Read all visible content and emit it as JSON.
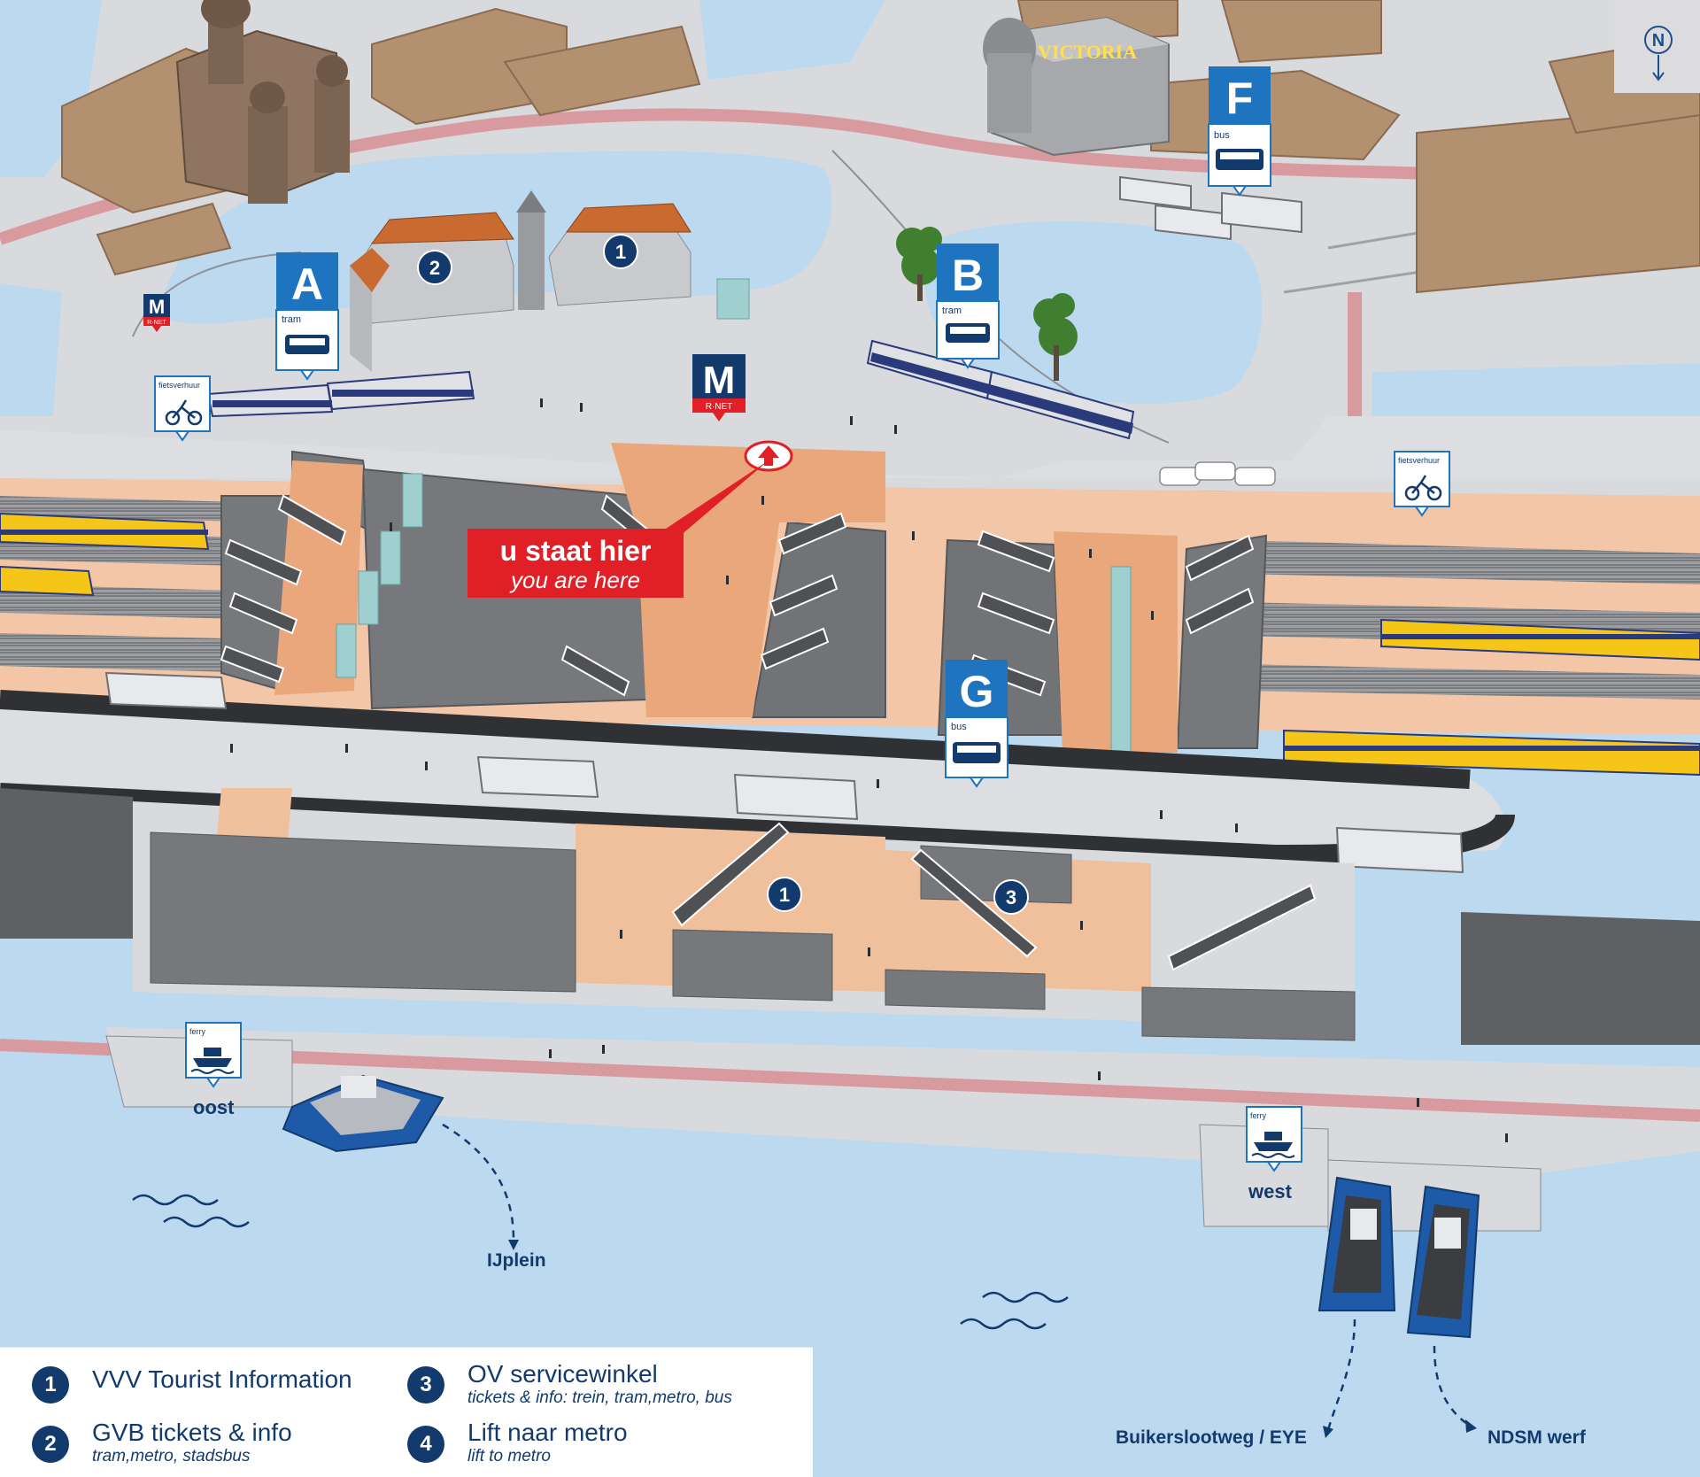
{
  "compass": {
    "label": "N"
  },
  "landmarks": {
    "hotel": "VICTORIA"
  },
  "stops": {
    "A": {
      "letter": "A",
      "mode": "tram"
    },
    "B": {
      "letter": "B",
      "mode": "tram"
    },
    "F": {
      "letter": "F",
      "mode": "bus"
    },
    "G": {
      "letter": "G",
      "mode": "bus"
    }
  },
  "metro": {
    "letter": "M",
    "brand": "R·NET"
  },
  "bike_rental": {
    "label": "fietsverhuur"
  },
  "you_are_here": {
    "nl": "u staat hier",
    "en": "you are here"
  },
  "ferry": {
    "mode": "ferry",
    "oost": "oost",
    "west": "west",
    "destinations": {
      "ijplein": "IJplein",
      "buikersloot": "Buikerslootweg / EYE",
      "ndsm": "NDSM werf"
    }
  },
  "markers": {
    "one": "1",
    "two": "2",
    "three": "3"
  },
  "legend": [
    {
      "num": "1",
      "title": "VVV Tourist Information",
      "sub": ""
    },
    {
      "num": "2",
      "title": "GVB tickets & info",
      "sub": "tram,metro, stadsbus"
    },
    {
      "num": "3",
      "title": "OV servicewinkel",
      "sub": "tickets & info: trein, tram,metro, bus"
    },
    {
      "num": "4",
      "title": "Lift naar metro",
      "sub": "lift to metro"
    }
  ],
  "colors": {
    "water": "#bcd9ef",
    "road": "#d4d6d9",
    "building": "#b3906f",
    "platform": "#e9a77b",
    "dark_roof": "#5e6064",
    "navy": "#123a6d",
    "sign_blue": "#1e74bf",
    "alert_red": "#e11f26",
    "bike_lane": "#d99a9f"
  }
}
